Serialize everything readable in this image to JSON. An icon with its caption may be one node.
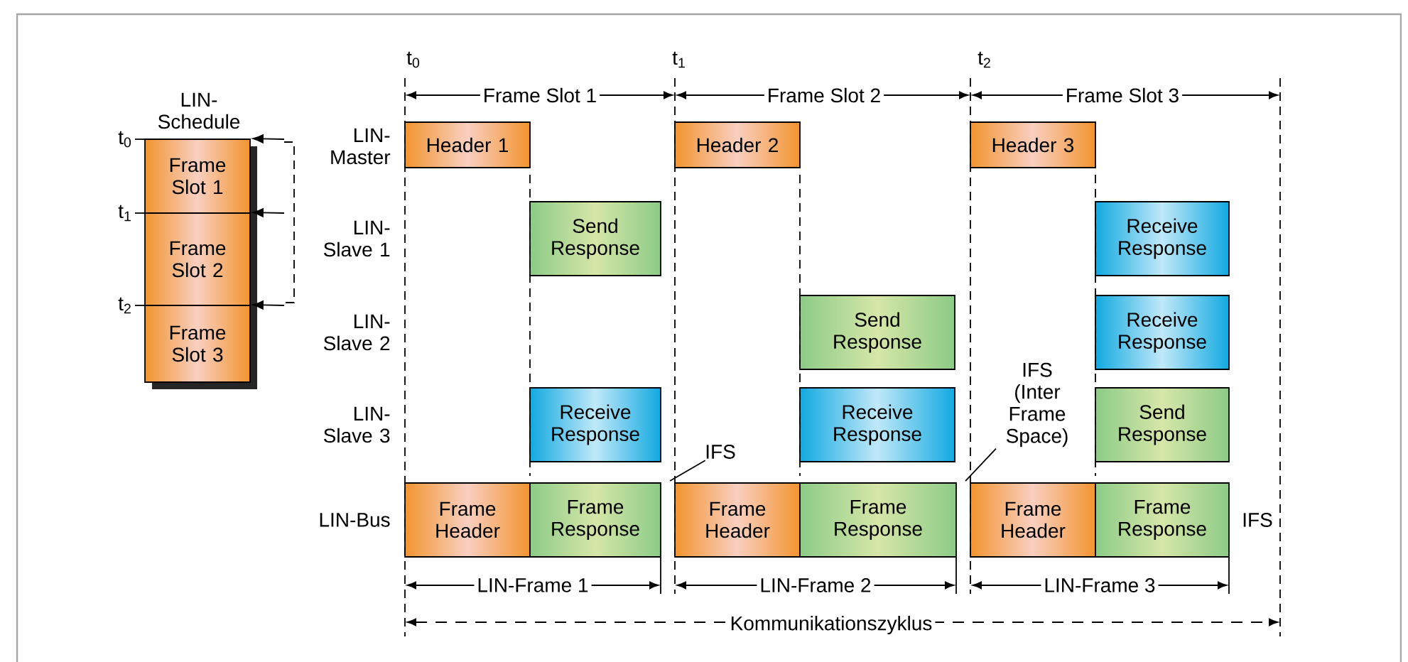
{
  "diagram": {
    "nodes": [
      {
        "text": [
          "Frame Slot 1"
        ]
      },
      {
        "text": [
          "Frame Slot 2"
        ]
      },
      {
        "text": [
          "Frame Slot 3"
        ]
      },
      {
        "text": [
          "Header 1"
        ]
      },
      {
        "text": [
          "Send Response"
        ]
      },
      {
        "text": [
          "Receive Response"
        ]
      },
      {
        "text": [
          "Frame Header"
        ]
      },
      {
        "text": [
          "Frame Response"
        ]
      },
      {
        "text": [
          "IFS"
        ]
      },
      {
        "text": [
          "Header 2"
        ]
      },
      {
        "text": [
          "Send Response"
        ]
      },
      {
        "text": [
          "Receive Response"
        ]
      },
      {
        "text": [
          "Frame Header"
        ]
      },
      {
        "text": [
          "Frame Response"
        ]
      },
      {
        "text": [
          "IFS (Inter Frame Space)"
        ]
      },
      {
        "text": [
          "Header 3"
        ]
      },
      {
        "text": [
          "Receive Response"
        ]
      },
      {
        "text": [
          "Receive Response"
        ]
      },
      {
        "text": [
          "Send Response"
        ]
      },
      {
        "text": [
          "Frame Header"
        ]
      },
      {
        "text": [
          "Frame Response"
        ]
      }
    ],
    "edges": [
      {
        "from": null,
        "to": 0,
        "arrow": "to"
      },
      {
        "from": null,
        "to": 1,
        "arrow": "to"
      },
      {
        "from": null,
        "to": 2,
        "arrow": "to"
      },
      {
        "from": 8,
        "to": 12,
        "arrow": "none"
      },
      {
        "from": 14,
        "to": 19,
        "arrow": "none"
      }
    ],
    "labels": [
      "LIN- Schedule",
      "t$_{0}$",
      "t$_{1}$",
      "t$_{2}$",
      "t$_{0}$",
      "t$_{1}$",
      "t$_{2}$",
      "Frame Slot 1",
      "Frame Slot 2",
      "Frame Slot 3",
      "LIN- Master",
      "LIN- Slave 1",
      "LIN- Slave 2",
      "LIN- Slave 3",
      "LIN-Bus",
      "IFS",
      "LIN-Frame 1",
      "LIN-Frame 2",
      "LIN-Frame 3",
      "Kommunikationszyklus"
    ]
  }
}
